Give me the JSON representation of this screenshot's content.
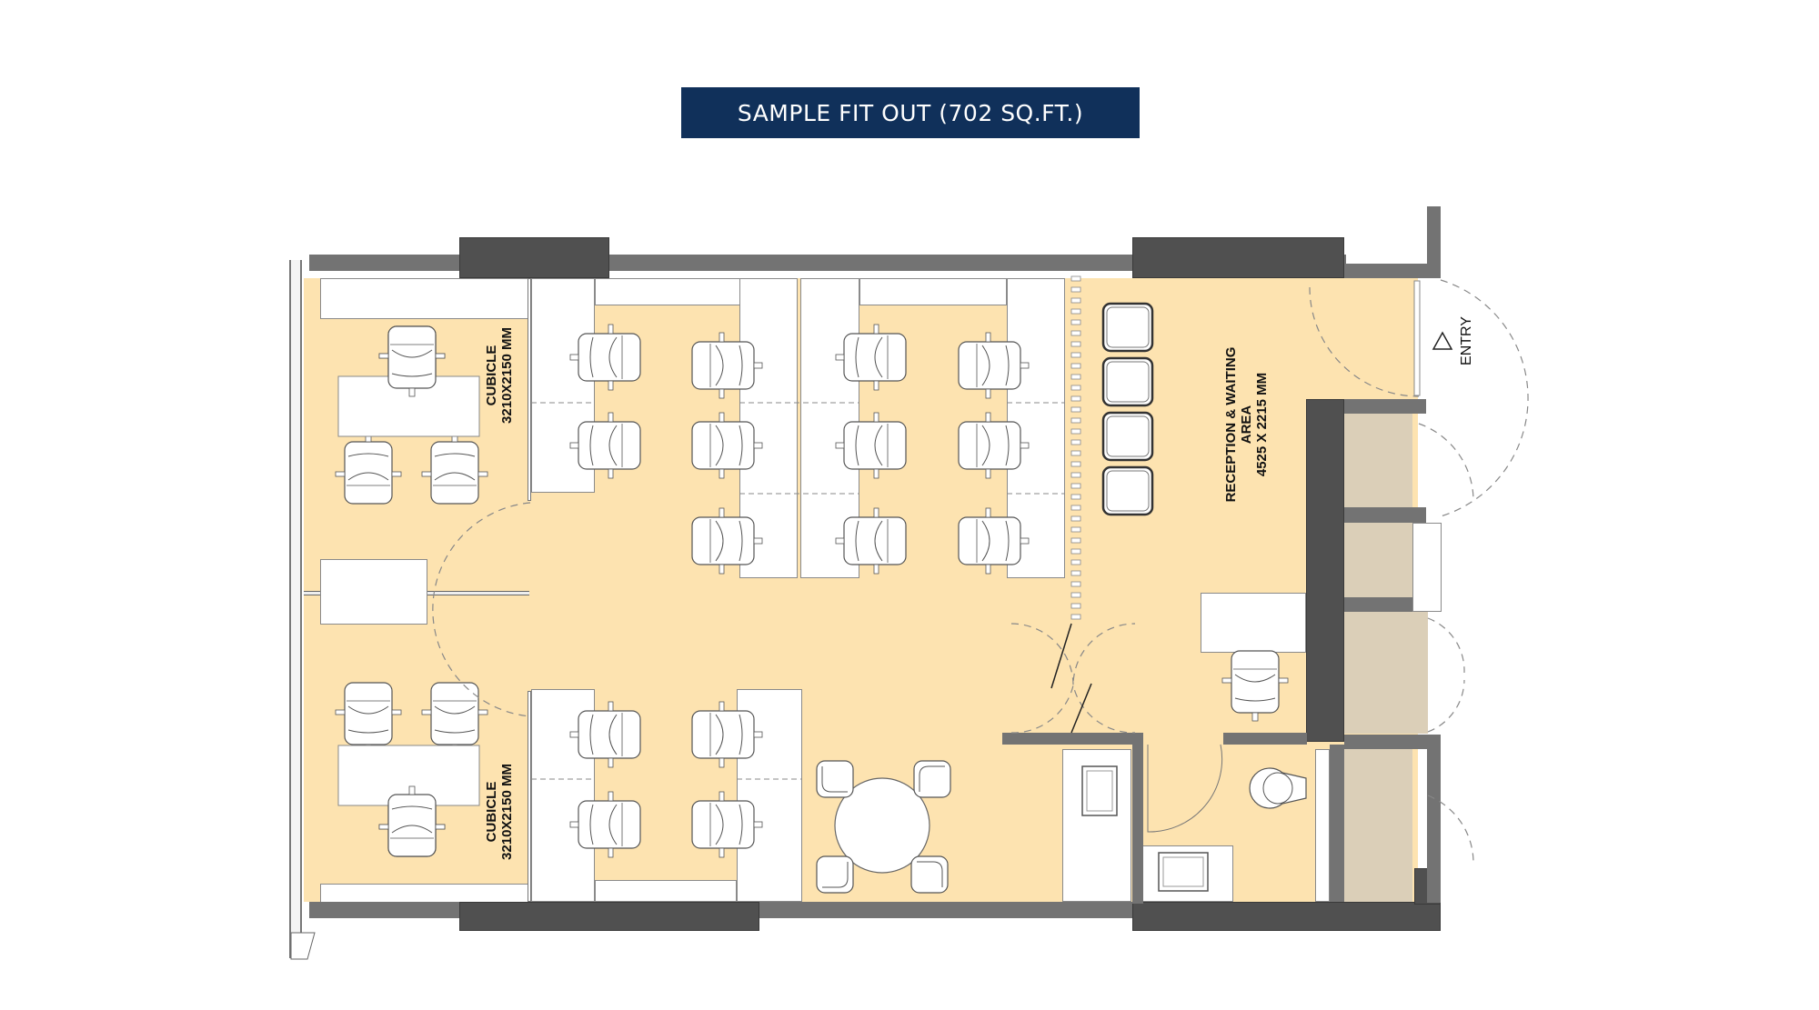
{
  "title": "SAMPLE FIT OUT (702 SQ.FT.)",
  "colors": {
    "title_bg": "#10305a",
    "floor": "#fde3b0",
    "wall": "#737373",
    "column": "#505050",
    "shaft": "#dbcfb8"
  },
  "rooms": {
    "cubicle_top": {
      "name": "CUBICLE",
      "size": "3210X2150 MM"
    },
    "cubicle_bottom": {
      "name": "CUBICLE",
      "size": "3210X2150 MM"
    },
    "reception": {
      "name": "RECEPTION & WAITING",
      "name2": "AREA",
      "size": "4525 X 2215 MM"
    }
  },
  "entry": {
    "label": "ENTRY",
    "icon": "triangle-arrow-icon"
  },
  "furniture": {
    "workstation_chairs": 15,
    "cubicle_chairs": 6,
    "waiting_chairs": 4,
    "reception_chairs": 1,
    "meeting_table_chairs": 4
  }
}
